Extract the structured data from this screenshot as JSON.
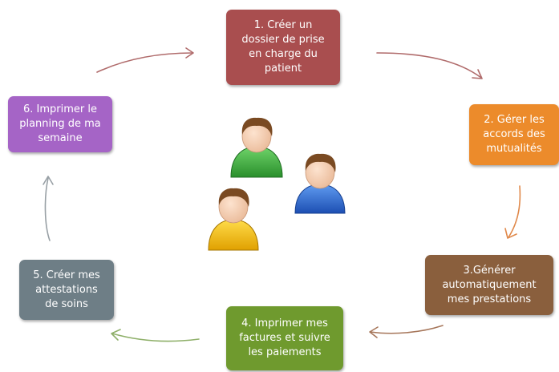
{
  "steps": [
    {
      "lines": [
        "1. Créer un",
        "dossier de prise",
        "en charge du",
        "patient"
      ],
      "color": "#a94e4f"
    },
    {
      "lines": [
        "2. Gérer les",
        "accords des",
        "mutualités"
      ],
      "color": "#ec8b2b"
    },
    {
      "lines": [
        "3.Générer",
        "automatiquement",
        "mes prestations"
      ],
      "color": "#8a5f3d"
    },
    {
      "lines": [
        "4. Imprimer mes",
        "factures et suivre",
        "les paiements"
      ],
      "color": "#6f9a2e"
    },
    {
      "lines": [
        "5. Créer mes",
        "attestations",
        "de soins"
      ],
      "color": "#6e7e86"
    },
    {
      "lines": [
        "6. Imprimer le",
        "planning de ma",
        "semaine"
      ],
      "color": "#a564c6"
    }
  ],
  "arrow_color": "#a96666",
  "arrow_colors": [
    "#b06b6b",
    "#e0894b",
    "#a6765a",
    "#8fb06a",
    "#98a0a5",
    "#98a0a5"
  ],
  "people": [
    {
      "icon": "person-green-icon",
      "color": "#3aa53a"
    },
    {
      "icon": "person-blue-icon",
      "color": "#2f6fd6"
    },
    {
      "icon": "person-yellow-icon",
      "color": "#f0b800"
    }
  ]
}
